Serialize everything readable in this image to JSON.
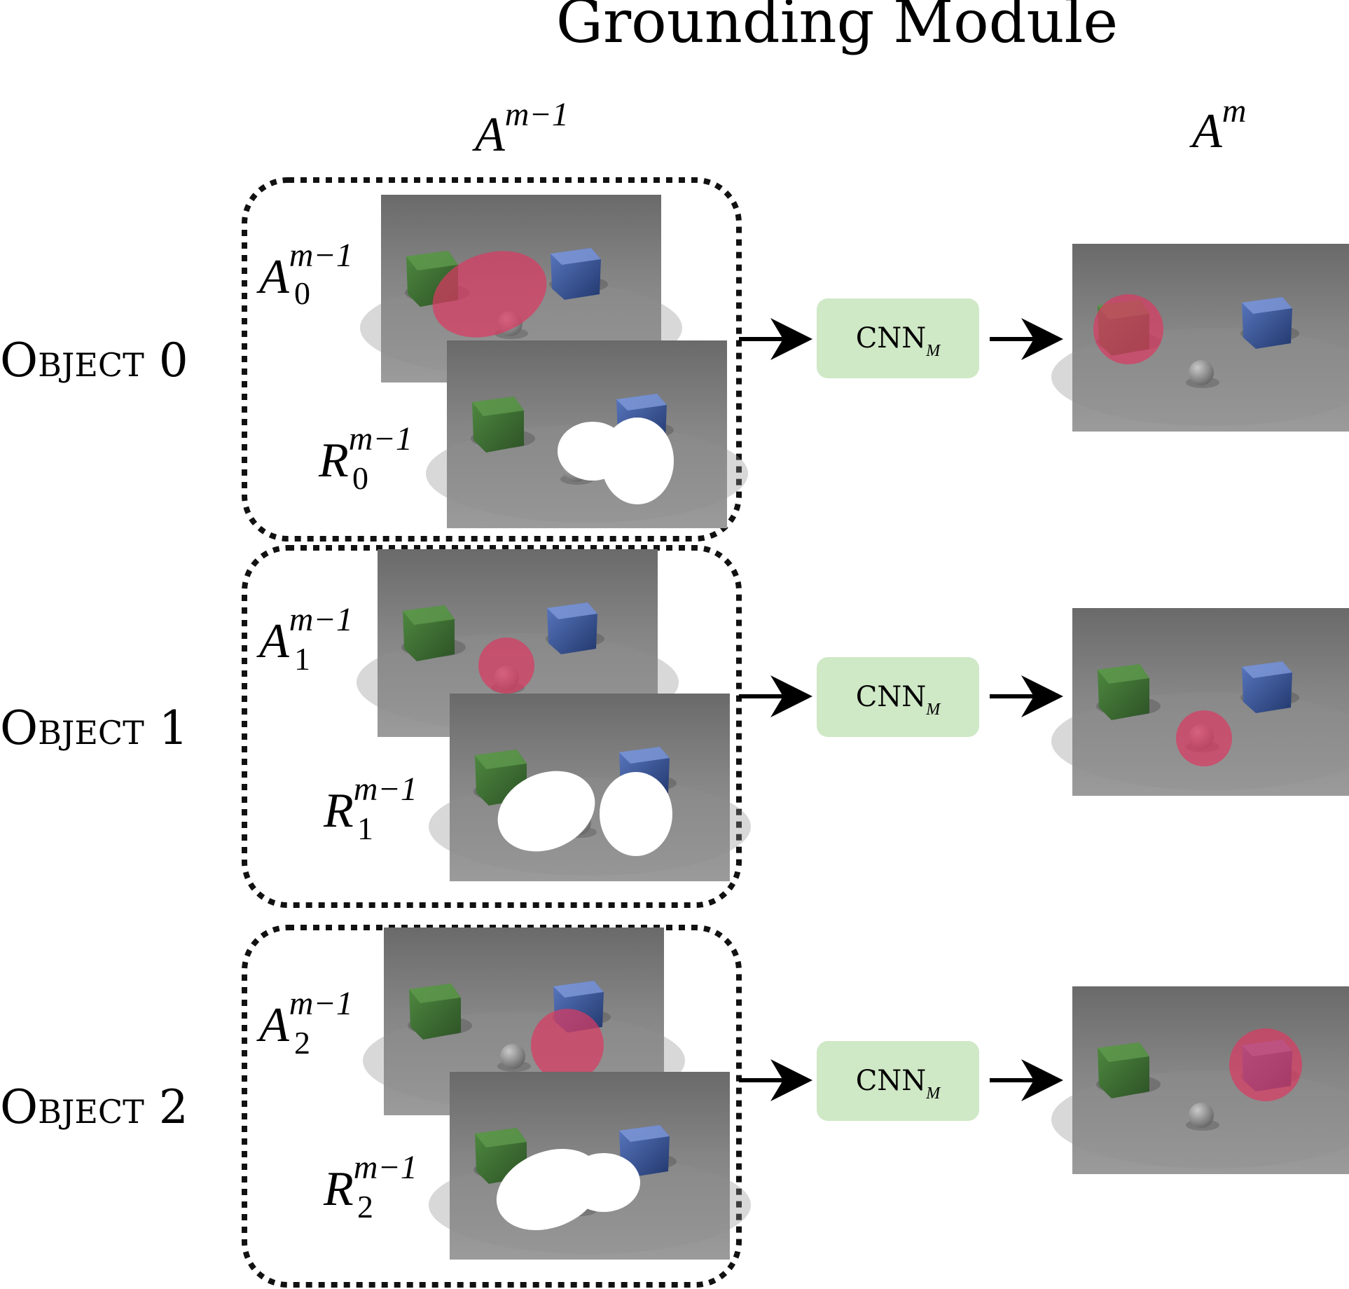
{
  "title": "Grounding Module",
  "column_headers": {
    "input": {
      "base": "A",
      "sup": "m−1"
    },
    "output": {
      "base": "A",
      "sup": "m"
    }
  },
  "rows": [
    {
      "label": "Object 0",
      "attention_label": {
        "base": "A",
        "sub": "0",
        "sup": "m−1"
      },
      "residual_label": {
        "base": "R",
        "sub": "0",
        "sup": "m−1"
      },
      "cnn_label": {
        "base": "CNN",
        "sub": "m"
      }
    },
    {
      "label": "Object 1",
      "attention_label": {
        "base": "A",
        "sub": "1",
        "sup": "m−1"
      },
      "residual_label": {
        "base": "R",
        "sub": "1",
        "sup": "m−1"
      },
      "cnn_label": {
        "base": "CNN",
        "sub": "m"
      }
    },
    {
      "label": "Object 2",
      "attention_label": {
        "base": "A",
        "sub": "2",
        "sup": "m−1"
      },
      "residual_label": {
        "base": "R",
        "sub": "2",
        "sup": "m−1"
      },
      "cnn_label": {
        "base": "CNN",
        "sub": "m"
      }
    }
  ],
  "colors": {
    "scene_background": "#7d7d7d",
    "green_cube": "#3f6e35",
    "blue_cube": "#34508f",
    "sphere": "#8a8a8a",
    "attention_mask": "#d93a63",
    "residual_mask": "#ffffff",
    "cnn_box": "#cfe8c6",
    "dashed_border": "#111111"
  },
  "icons": {
    "arrow": "right-arrow-icon"
  }
}
